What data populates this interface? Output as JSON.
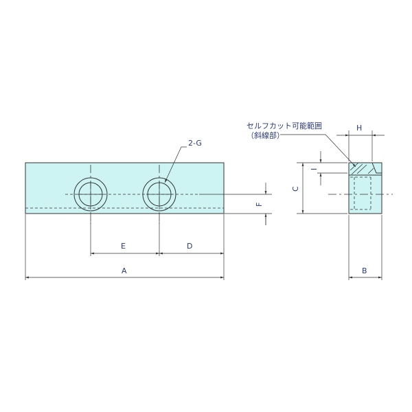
{
  "labels": {
    "a": "A",
    "b": "B",
    "c": "C",
    "d": "D",
    "e": "E",
    "f": "F",
    "g": "2-G",
    "h": "H",
    "i": "I"
  },
  "note": {
    "line1": "セルフカット可能範囲",
    "line2": "（斜線部）"
  },
  "colors": {
    "body_fill": "#cdf3f3",
    "line": "#333333",
    "text": "#2a3a7a"
  }
}
